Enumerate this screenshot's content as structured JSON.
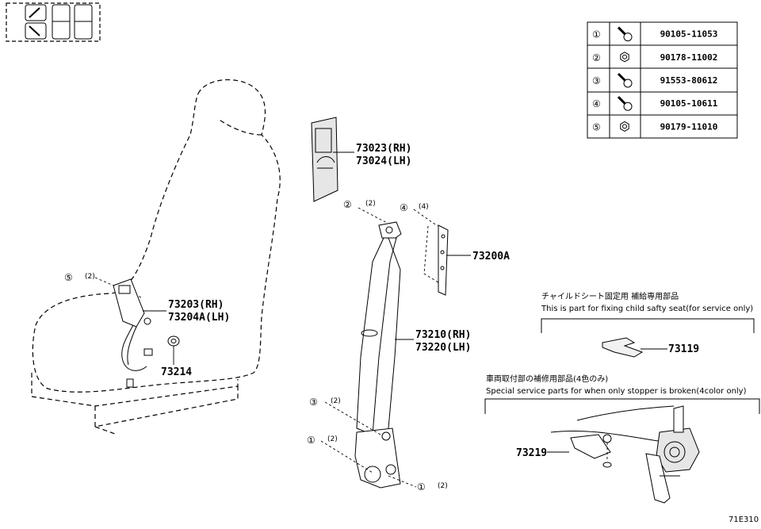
{
  "callouts": {
    "retractor_upper": "73023(RH)",
    "retractor_upper_lh": "73024(LH)",
    "anchor_plate": "73200A",
    "buckle_rh": "73203(RH)",
    "buckle_lh": "73204A(LH)",
    "washer": "73214",
    "belt_rh": "73210(RH)",
    "belt_lh": "73220(LH)",
    "child_seat_part": "73119",
    "stopper_part": "73219",
    "diagram_code": "71E310"
  },
  "fastener_refs": {
    "ref2": {
      "num": "②",
      "qty": "(2)"
    },
    "ref4": {
      "num": "④",
      "qty": "(4)"
    },
    "ref5": {
      "num": "⑤",
      "qty": "(2)"
    },
    "ref3": {
      "num": "③",
      "qty": "(2)"
    },
    "ref1a": {
      "num": "①",
      "qty": "(2)"
    },
    "ref1b": {
      "num": "①",
      "qty": "(2)"
    }
  },
  "notes": {
    "child_seat_jp": "チャイルドシート固定用 補給専用部品",
    "child_seat_en": "This is part for fixing child safty seat(for service only)",
    "stopper_jp": "車両取付部の補修用部品(4色のみ)",
    "stopper_en": "Special service parts for when only stopper is broken(4color only)"
  },
  "parts_table": [
    {
      "no": "①",
      "icon": "bolt-icon",
      "part": "90105-11053"
    },
    {
      "no": "②",
      "icon": "nut-icon",
      "part": "90178-11002"
    },
    {
      "no": "③",
      "icon": "bolt-icon",
      "part": "91553-80612"
    },
    {
      "no": "④",
      "icon": "bolt-icon",
      "part": "90105-10611"
    },
    {
      "no": "⑤",
      "icon": "nut-icon",
      "part": "90179-11010"
    }
  ]
}
